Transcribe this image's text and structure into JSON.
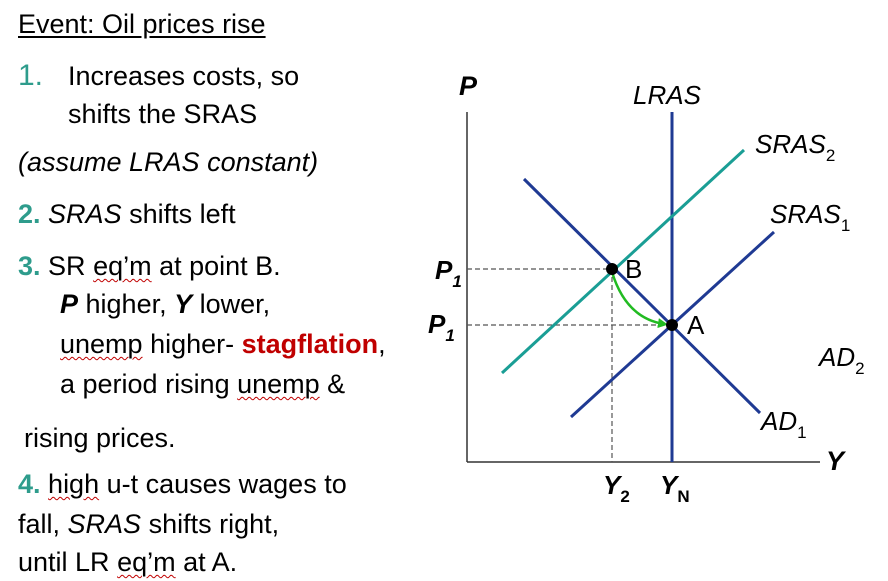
{
  "slide": {
    "title": "Event: Oil prices rise",
    "step1_num": "1.",
    "step1_line1": "Increases costs, so",
    "step1_line2": "shifts the SRAS",
    "assumption": "(assume LRAS constant)",
    "step2_num": "2.",
    "step2_italic": "SRAS",
    "step2_rest": "shifts left",
    "step3_num": "3.",
    "step3_a": "SR ",
    "step3_eqm": "eq’m",
    "step3_b": " at point B.",
    "step3_P": "P",
    "step3_c": " higher, ",
    "step3_Y": "Y",
    "step3_d": "  lower,",
    "step3_unemp": "unemp",
    "step3_e": " higher- ",
    "step3_stagflation": "stagflation",
    "step3_comma": ",",
    "step3_f": "a period rising ",
    "step3_unemp2": "unemp",
    "step3_g": " &",
    "step3_h": "rising prices.",
    "step4_num": "4.",
    "step4_a": " ",
    "step4_high": "high",
    "step4_b": " u-t causes wages to",
    "step4_c": "fall, ",
    "step4_sras": "SRAS",
    "step4_d": " shifts right,",
    "step4_e": "until LR ",
    "step4_eqm": "eq’m",
    "step4_f": " at A."
  },
  "diagram": {
    "y_axis_label": "P",
    "x_axis_label": "Y",
    "lras_label": "LRAS",
    "sras2_label": "SRAS",
    "sras2_sub": "2",
    "sras1_label": "SRAS",
    "sras1_sub": "1",
    "ad2_label": "AD",
    "ad2_sub": "2",
    "ad1_label": "AD",
    "ad1_sub": "1",
    "p1_upper_label": "P",
    "p1_upper_sub": "1",
    "p1_lower_label": "P",
    "p1_lower_sub": "1",
    "y2_label": "Y",
    "y2_sub": "2",
    "yn_label": "Y",
    "yn_sub": "N",
    "point_b": "B",
    "point_a": "A",
    "colors": {
      "curve_blue": "#1f3a93",
      "sras2_teal": "#1a9e95",
      "arrow_green": "#22bb22"
    }
  }
}
